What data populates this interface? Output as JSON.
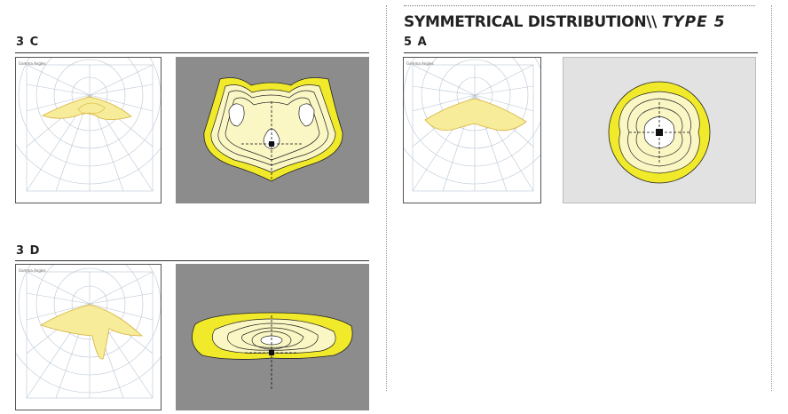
{
  "heading": {
    "main": "SYMMETRICAL DISTRIBUTION\\\\",
    "type": "TYPE 5"
  },
  "panels": [
    {
      "id": "3c",
      "label": "3 C",
      "polar_caption": "Gamma Angles",
      "iso_bg": "#8c8c8c"
    },
    {
      "id": "3d",
      "label": "3 D",
      "polar_caption": "Gamma Angles",
      "iso_bg": "#8c8c8c"
    },
    {
      "id": "5a",
      "label": "5 A",
      "polar_caption": "Gamma Angles",
      "iso_bg": "#e2e2e2"
    }
  ],
  "colors": {
    "yellow": "#f1ea2a",
    "pale": "#fbf7c4",
    "polar_fill": "#f6ec9a",
    "polar_stroke": "#d9b13a",
    "grid": "#b9c6d3"
  }
}
